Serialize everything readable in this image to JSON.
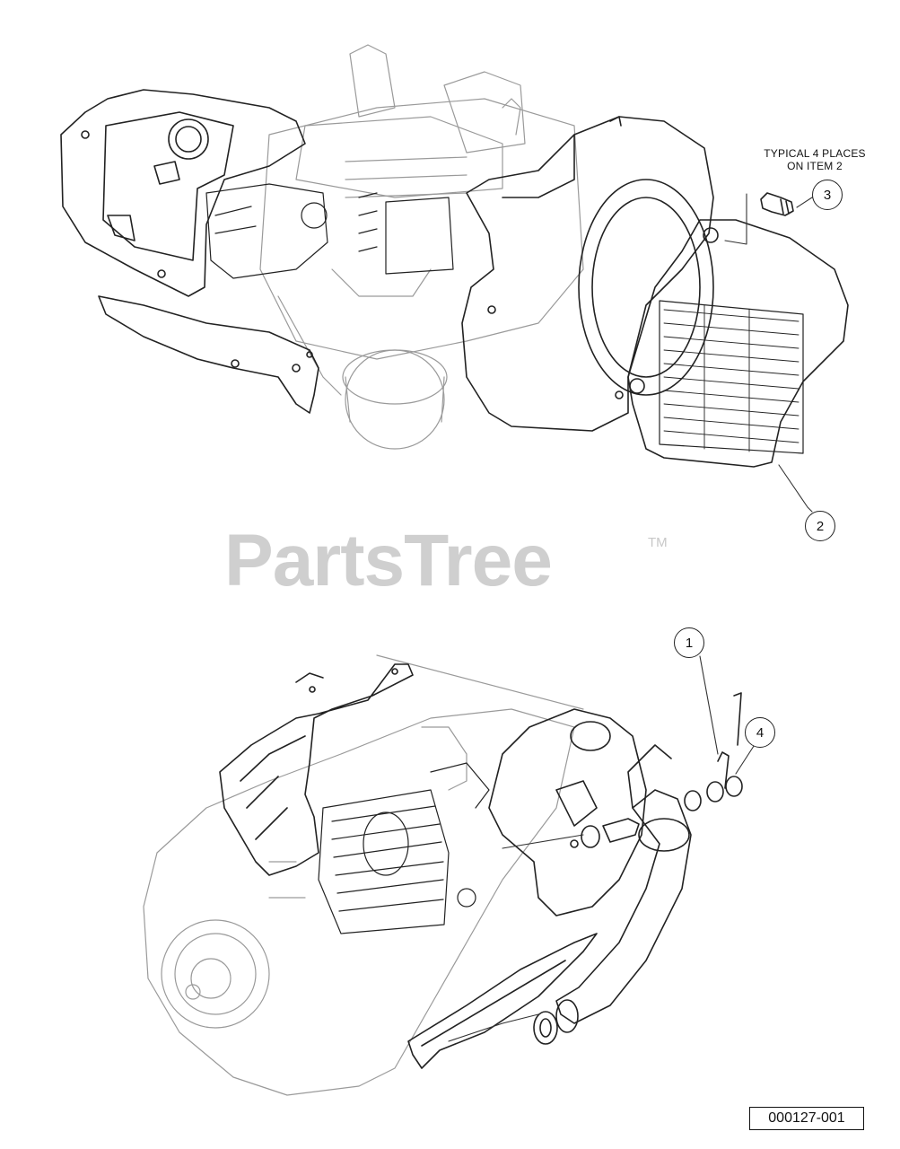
{
  "note": {
    "line1": "TYPICAL 4 PLACES",
    "line2": "ON ITEM 2"
  },
  "callouts": [
    {
      "id": "callout-1",
      "label": "1"
    },
    {
      "id": "callout-2",
      "label": "2"
    },
    {
      "id": "callout-3",
      "label": "3"
    },
    {
      "id": "callout-4",
      "label": "4"
    }
  ],
  "watermark": {
    "text": "PartsTree",
    "tm": "TM"
  },
  "drawing_number": "000127-001",
  "colors": {
    "line": "#222222",
    "ghost_line": "#9a9a9a",
    "watermark": "#cfcfcf"
  }
}
